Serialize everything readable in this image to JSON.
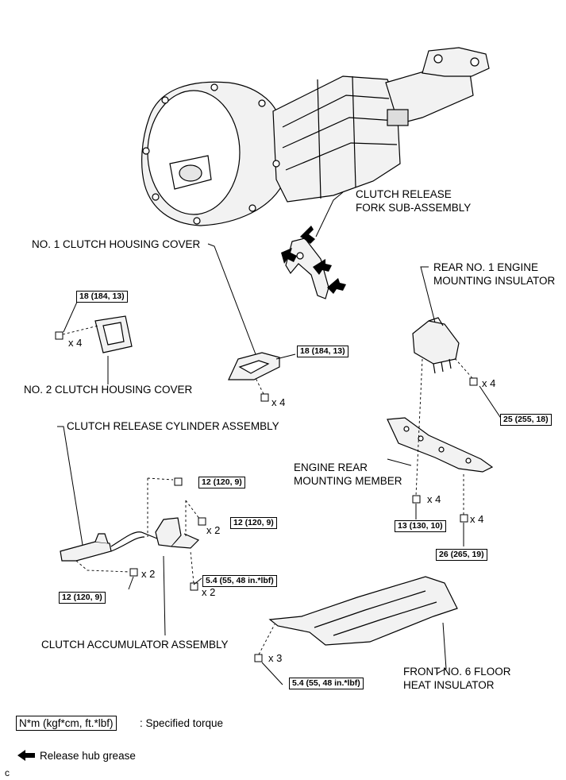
{
  "labels": {
    "clutch_release_fork": [
      "CLUTCH RELEASE",
      "FORK SUB-ASSEMBLY"
    ],
    "no1_clutch_housing_cover": "NO. 1 CLUTCH HOUSING COVER",
    "rear_no1_engine_mounting_insulator": [
      "REAR NO. 1 ENGINE",
      "MOUNTING INSULATOR"
    ],
    "no2_clutch_housing_cover": "NO. 2 CLUTCH HOUSING COVER",
    "clutch_release_cylinder_assembly": "CLUTCH RELEASE CYLINDER ASSEMBLY",
    "engine_rear_mounting_member": [
      "ENGINE REAR",
      "MOUNTING MEMBER"
    ],
    "clutch_accumulator_assembly": "CLUTCH ACCUMULATOR ASSEMBLY",
    "front_no6_floor_heat_insulator": [
      "FRONT NO. 6 FLOOR",
      "HEAT INSULATOR"
    ]
  },
  "torques": {
    "no2_cover_bolt": "18 (184, 13)",
    "no1_cover_bolt": "18 (184, 13)",
    "insulator_nut": "25 (255, 18)",
    "member_nut": "13 (130, 10)",
    "member_bolt": "26 (265, 19)",
    "cylinder_bolt_top": "12 (120, 9)",
    "accumulator_bolt": "12 (120, 9)",
    "cylinder_bolt_bottom": "12 (120, 9)",
    "accumulator_nut": "5.4 (55, 48 in.*lbf)",
    "insulator_floor_nut": "5.4 (55, 48 in.*lbf)"
  },
  "quantities": {
    "no2_cover": "x 4",
    "no1_cover": "x 4",
    "insulator_nut": "x 4",
    "member_nut": "x 4",
    "member_bolt": "x 4",
    "accumulator_bolt": "x 2",
    "cylinder_bolt_bottom": "x 2",
    "accumulator_nut": "x 2",
    "floor_nut": "x 3"
  },
  "legend": {
    "torque_unit": "N*m (kgf*cm, ft.*lbf)",
    "torque_text": ": Specified torque",
    "grease_text": "Release hub grease"
  },
  "corner_mark": "c",
  "colors": {
    "line": "#000000",
    "part_fill": "#f2f2f2",
    "background": "#ffffff"
  }
}
